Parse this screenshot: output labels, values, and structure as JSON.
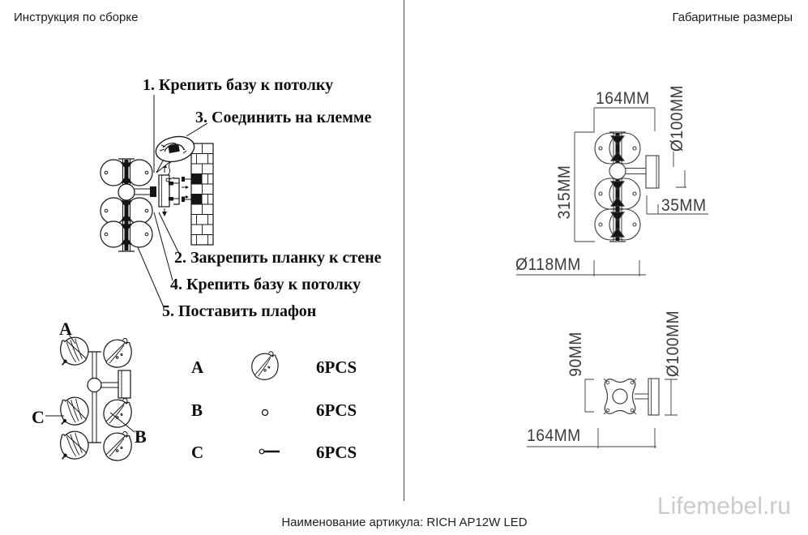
{
  "header": {
    "left_title": "Инструкция по сборке",
    "right_title": "Габаритные размеры"
  },
  "instructions": {
    "steps": [
      {
        "label": "1. Крепить базу к потолку"
      },
      {
        "label": "3. Соединить на клемме"
      },
      {
        "label": "2. Закрепить планку к стене"
      },
      {
        "label": "4. Крепить базу к потолку"
      },
      {
        "label": "5. Поставить плафон"
      }
    ]
  },
  "exploded_view": {
    "label_a": "A",
    "label_b": "B",
    "label_c": "C"
  },
  "parts_legend": {
    "rows": [
      {
        "letter": "A",
        "icon": "lampshade-icon",
        "qty": "6PCS"
      },
      {
        "letter": "B",
        "icon": "screw-dot-icon",
        "qty": "6PCS"
      },
      {
        "letter": "C",
        "icon": "pin-icon",
        "qty": "6PCS"
      }
    ]
  },
  "dimensions": {
    "front_view": {
      "top_width": "164MM",
      "shade_diameter": "Ø100MM",
      "total_height": "315MM",
      "bracket_depth": "35MM",
      "base_diameter": "Ø118MM"
    },
    "top_view": {
      "plate_height": "90MM",
      "shade_diameter": "Ø100MM",
      "total_width": "164MM"
    }
  },
  "footer": {
    "article": "Наименование артикула: RICH AP12W LED"
  },
  "watermark": "Lifemebel.ru",
  "colors": {
    "ink": "#141414",
    "cad_line": "#3c3c3c",
    "watermark": "#c9cbcc"
  }
}
